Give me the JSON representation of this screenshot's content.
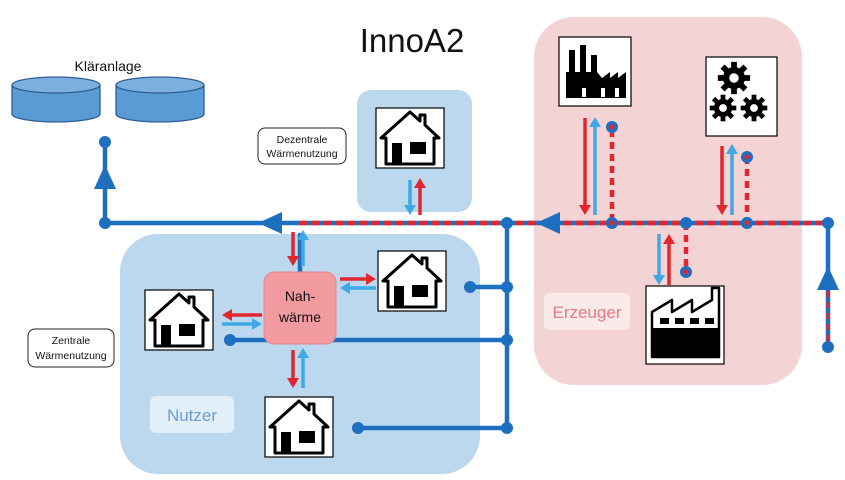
{
  "title": "InnoA2",
  "labels": {
    "klaeranlage": "Kläranlage",
    "dezentrale_line1": "Dezentrale",
    "dezentrale_line2": "Wärmenutzung",
    "zentrale_line1": "Zentrale",
    "zentrale_line2": "Wärmenutzung",
    "nahwaerme_line1": "Nah-",
    "nahwaerme_line2": "wärme",
    "erzeuger": "Erzeuger",
    "nutzer": "Nutzer"
  },
  "colors": {
    "pipe_blue": "#1f6fc0",
    "heat_red": "#e0262e",
    "light_blue": "#3fa9e6",
    "nutzer_zone": "#bcd8ee",
    "erzeuger_zone": "#f4d3d5",
    "nahwaerme_box": "#f19aa0",
    "tank": "#5b9bd5"
  },
  "icons": {
    "klaeranlage": "tank-icon",
    "house": "house-icon",
    "factory": "factory-icon",
    "gears": "gears-icon"
  }
}
